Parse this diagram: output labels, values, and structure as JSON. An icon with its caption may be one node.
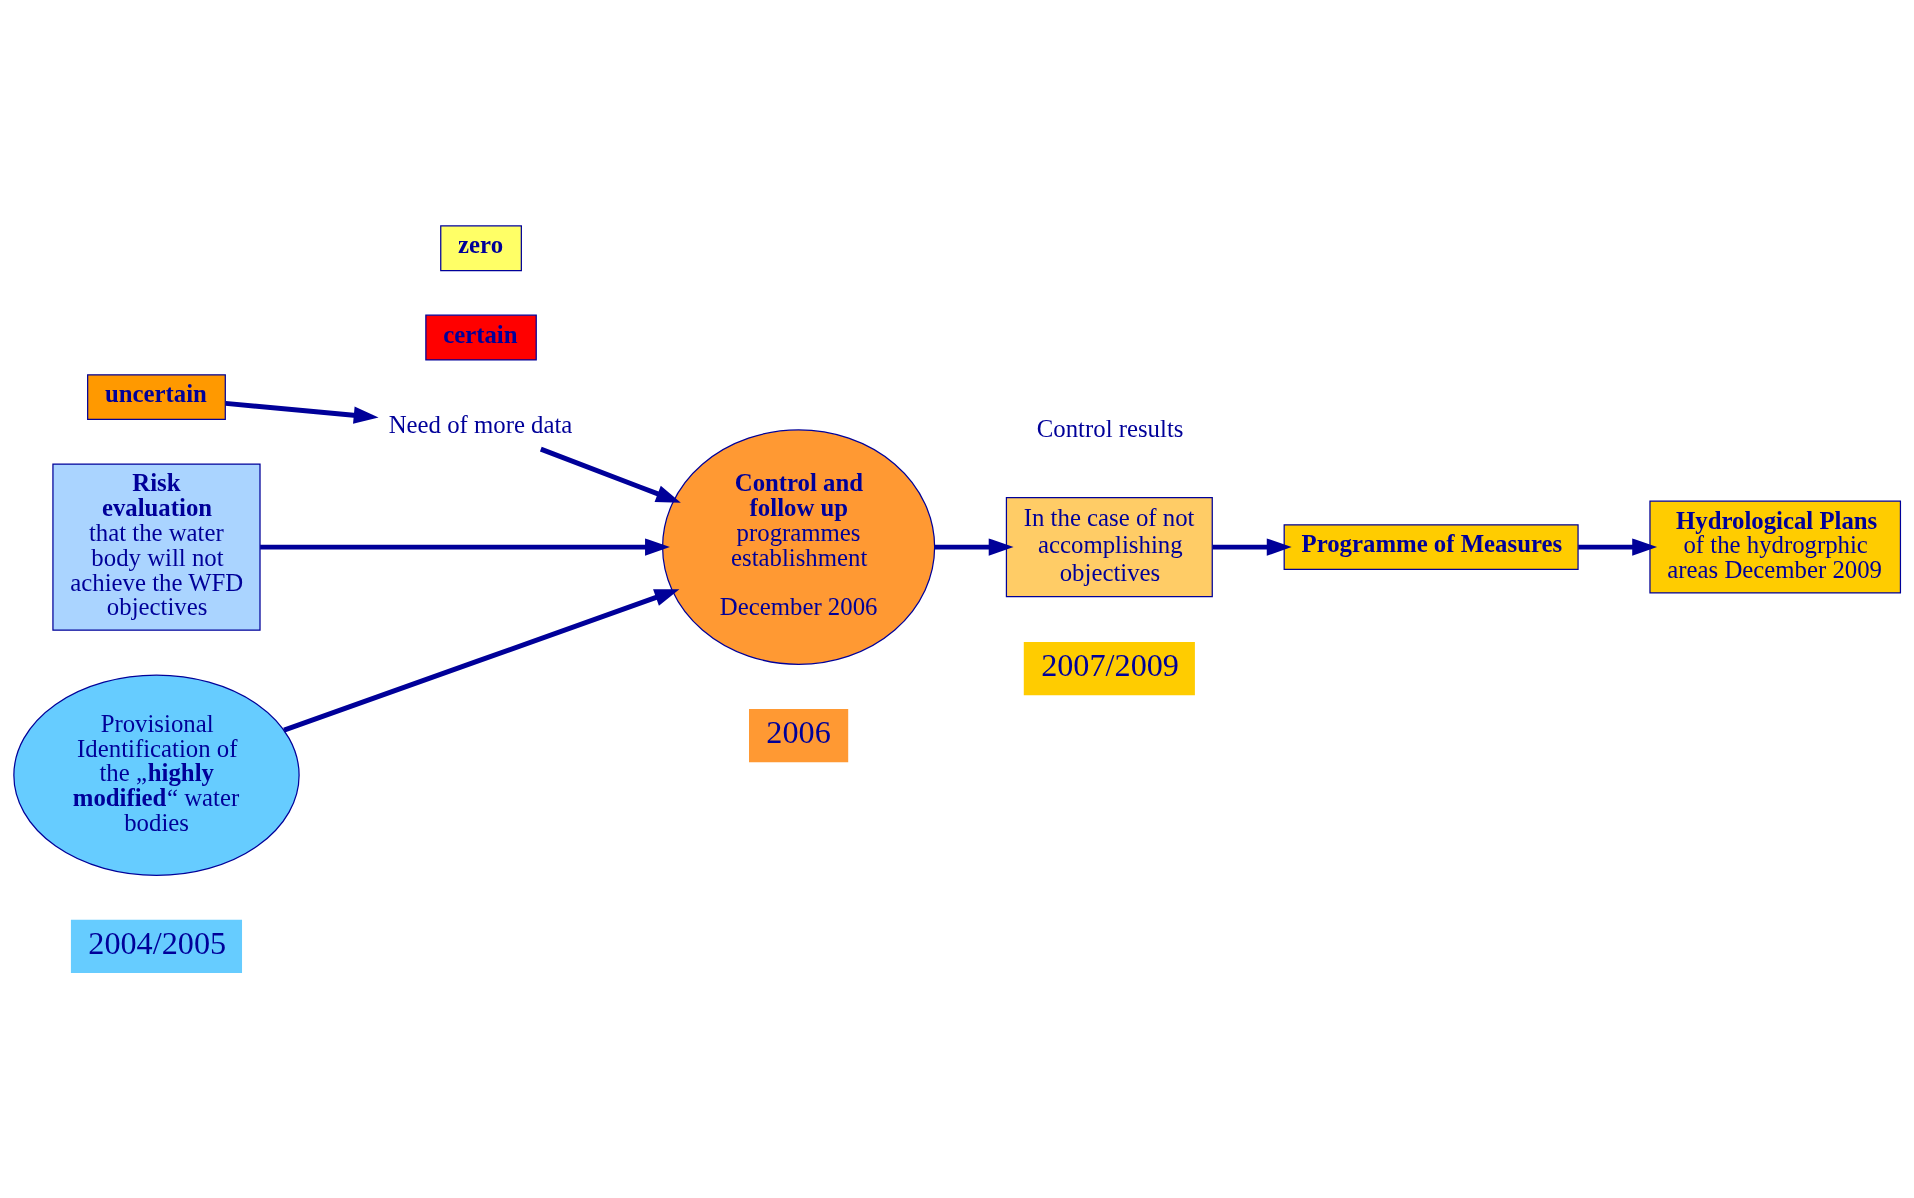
{
  "diagram": {
    "nodes": [
      {
        "text": [
          "2004/2005"
        ]
      },
      {
        "text": [
          "2006"
        ]
      },
      {
        "text": [
          "2007/2009"
        ]
      },
      {
        "text": [
          "uncertain"
        ]
      },
      {
        "text": [
          "Need of more data"
        ]
      },
      {
        "text": [
          "**Risk evaluation** that the water body will not achieve the WFD objectives"
        ]
      },
      {
        "text": [
          "certain"
        ]
      },
      {
        "text": [
          "zero"
        ]
      },
      {
        "text": [
          "Provisional Identification of the „**highly modified**“ water bodies"
        ]
      },
      {
        "text": [
          "**Control and follow up** programmes establishment",
          "December 2006"
        ]
      },
      {
        "text": [
          "Control results"
        ]
      },
      {
        "text": [
          "In the case of not accomplishing objectives"
        ]
      },
      {
        "text": [
          "Programme of Measures"
        ]
      },
      {
        "text": [
          "**Hydrological Plans** of the hydrogrphic areas December 2009"
        ]
      }
    ],
    "edges": [
      {
        "from": 3,
        "to": 4,
        "arrow": "to"
      },
      {
        "from": 4,
        "to": 9,
        "arrow": "to"
      },
      {
        "from": 5,
        "to": 9,
        "arrow": "to"
      },
      {
        "from": 8,
        "to": 9,
        "arrow": "to"
      },
      {
        "from": 9,
        "to": 11,
        "arrow": "to"
      },
      {
        "from": 11,
        "to": 12,
        "arrow": "to"
      },
      {
        "from": 12,
        "to": 13,
        "arrow": "to"
      }
    ]
  }
}
